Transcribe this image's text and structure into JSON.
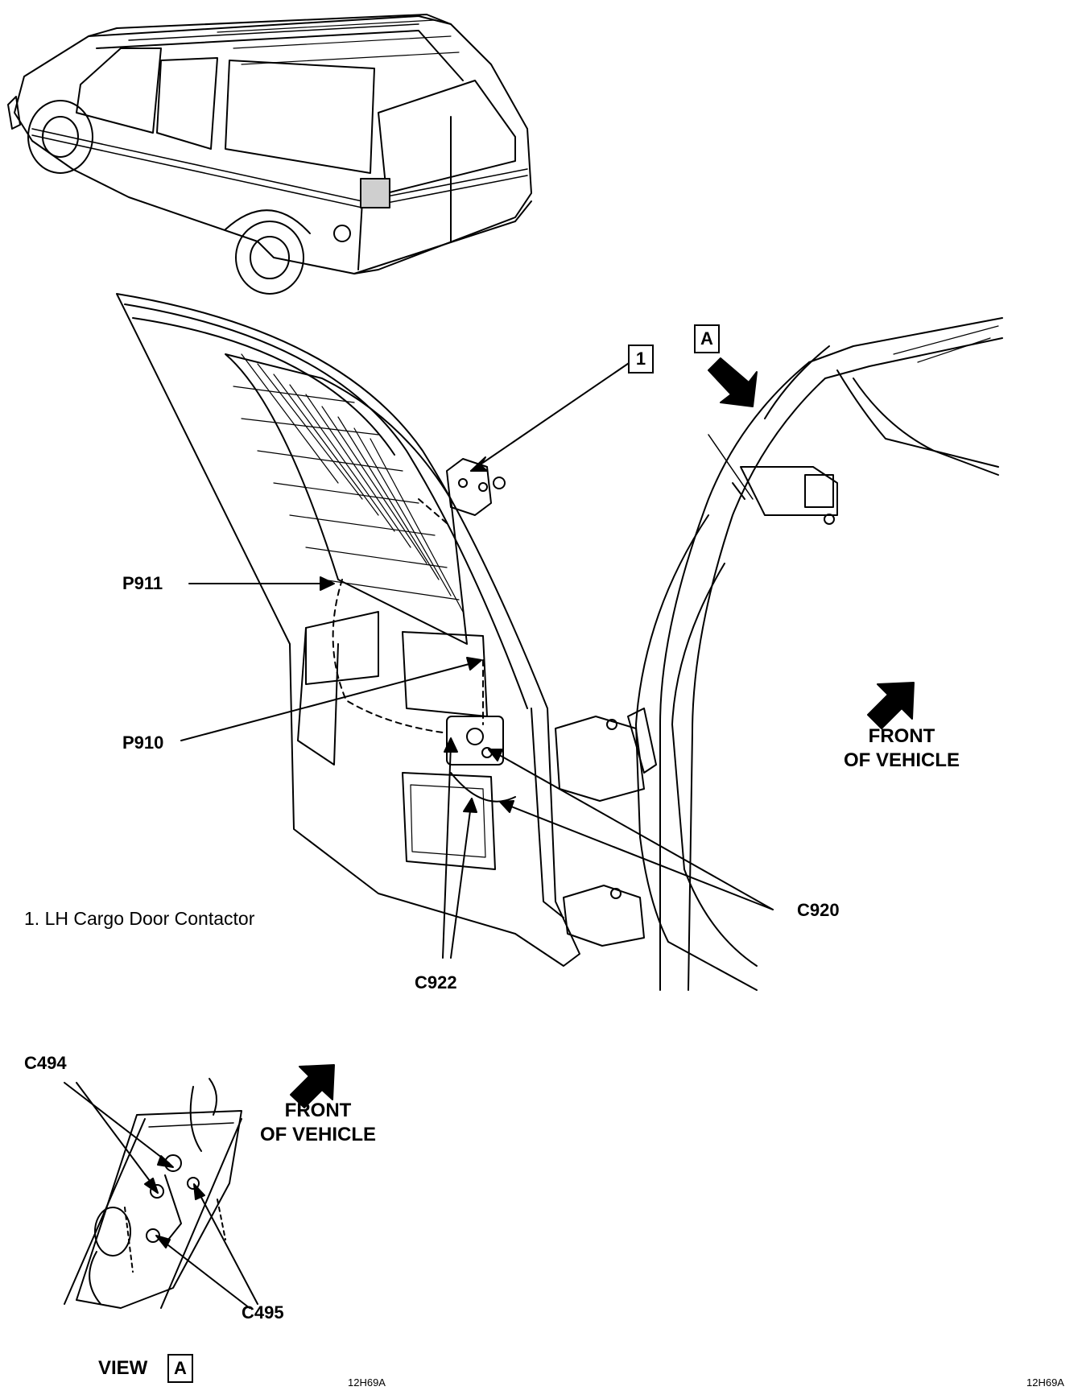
{
  "callouts": {
    "item_1": "1",
    "view_a": "A",
    "p911": "P911",
    "p910": "P910",
    "c920": "C920",
    "c922": "C922",
    "c494": "C494",
    "c495": "C495"
  },
  "front_of_vehicle": {
    "main_line1": "FRONT",
    "main_line2": "OF VEHICLE",
    "inset_line1": "FRONT",
    "inset_line2": "OF VEHICLE"
  },
  "legend": {
    "item_1": "1.  LH Cargo Door Contactor"
  },
  "view_label": {
    "prefix": "VIEW",
    "letter": "A"
  },
  "figure_codes": {
    "center": "12H69A",
    "right": "12H69A"
  }
}
